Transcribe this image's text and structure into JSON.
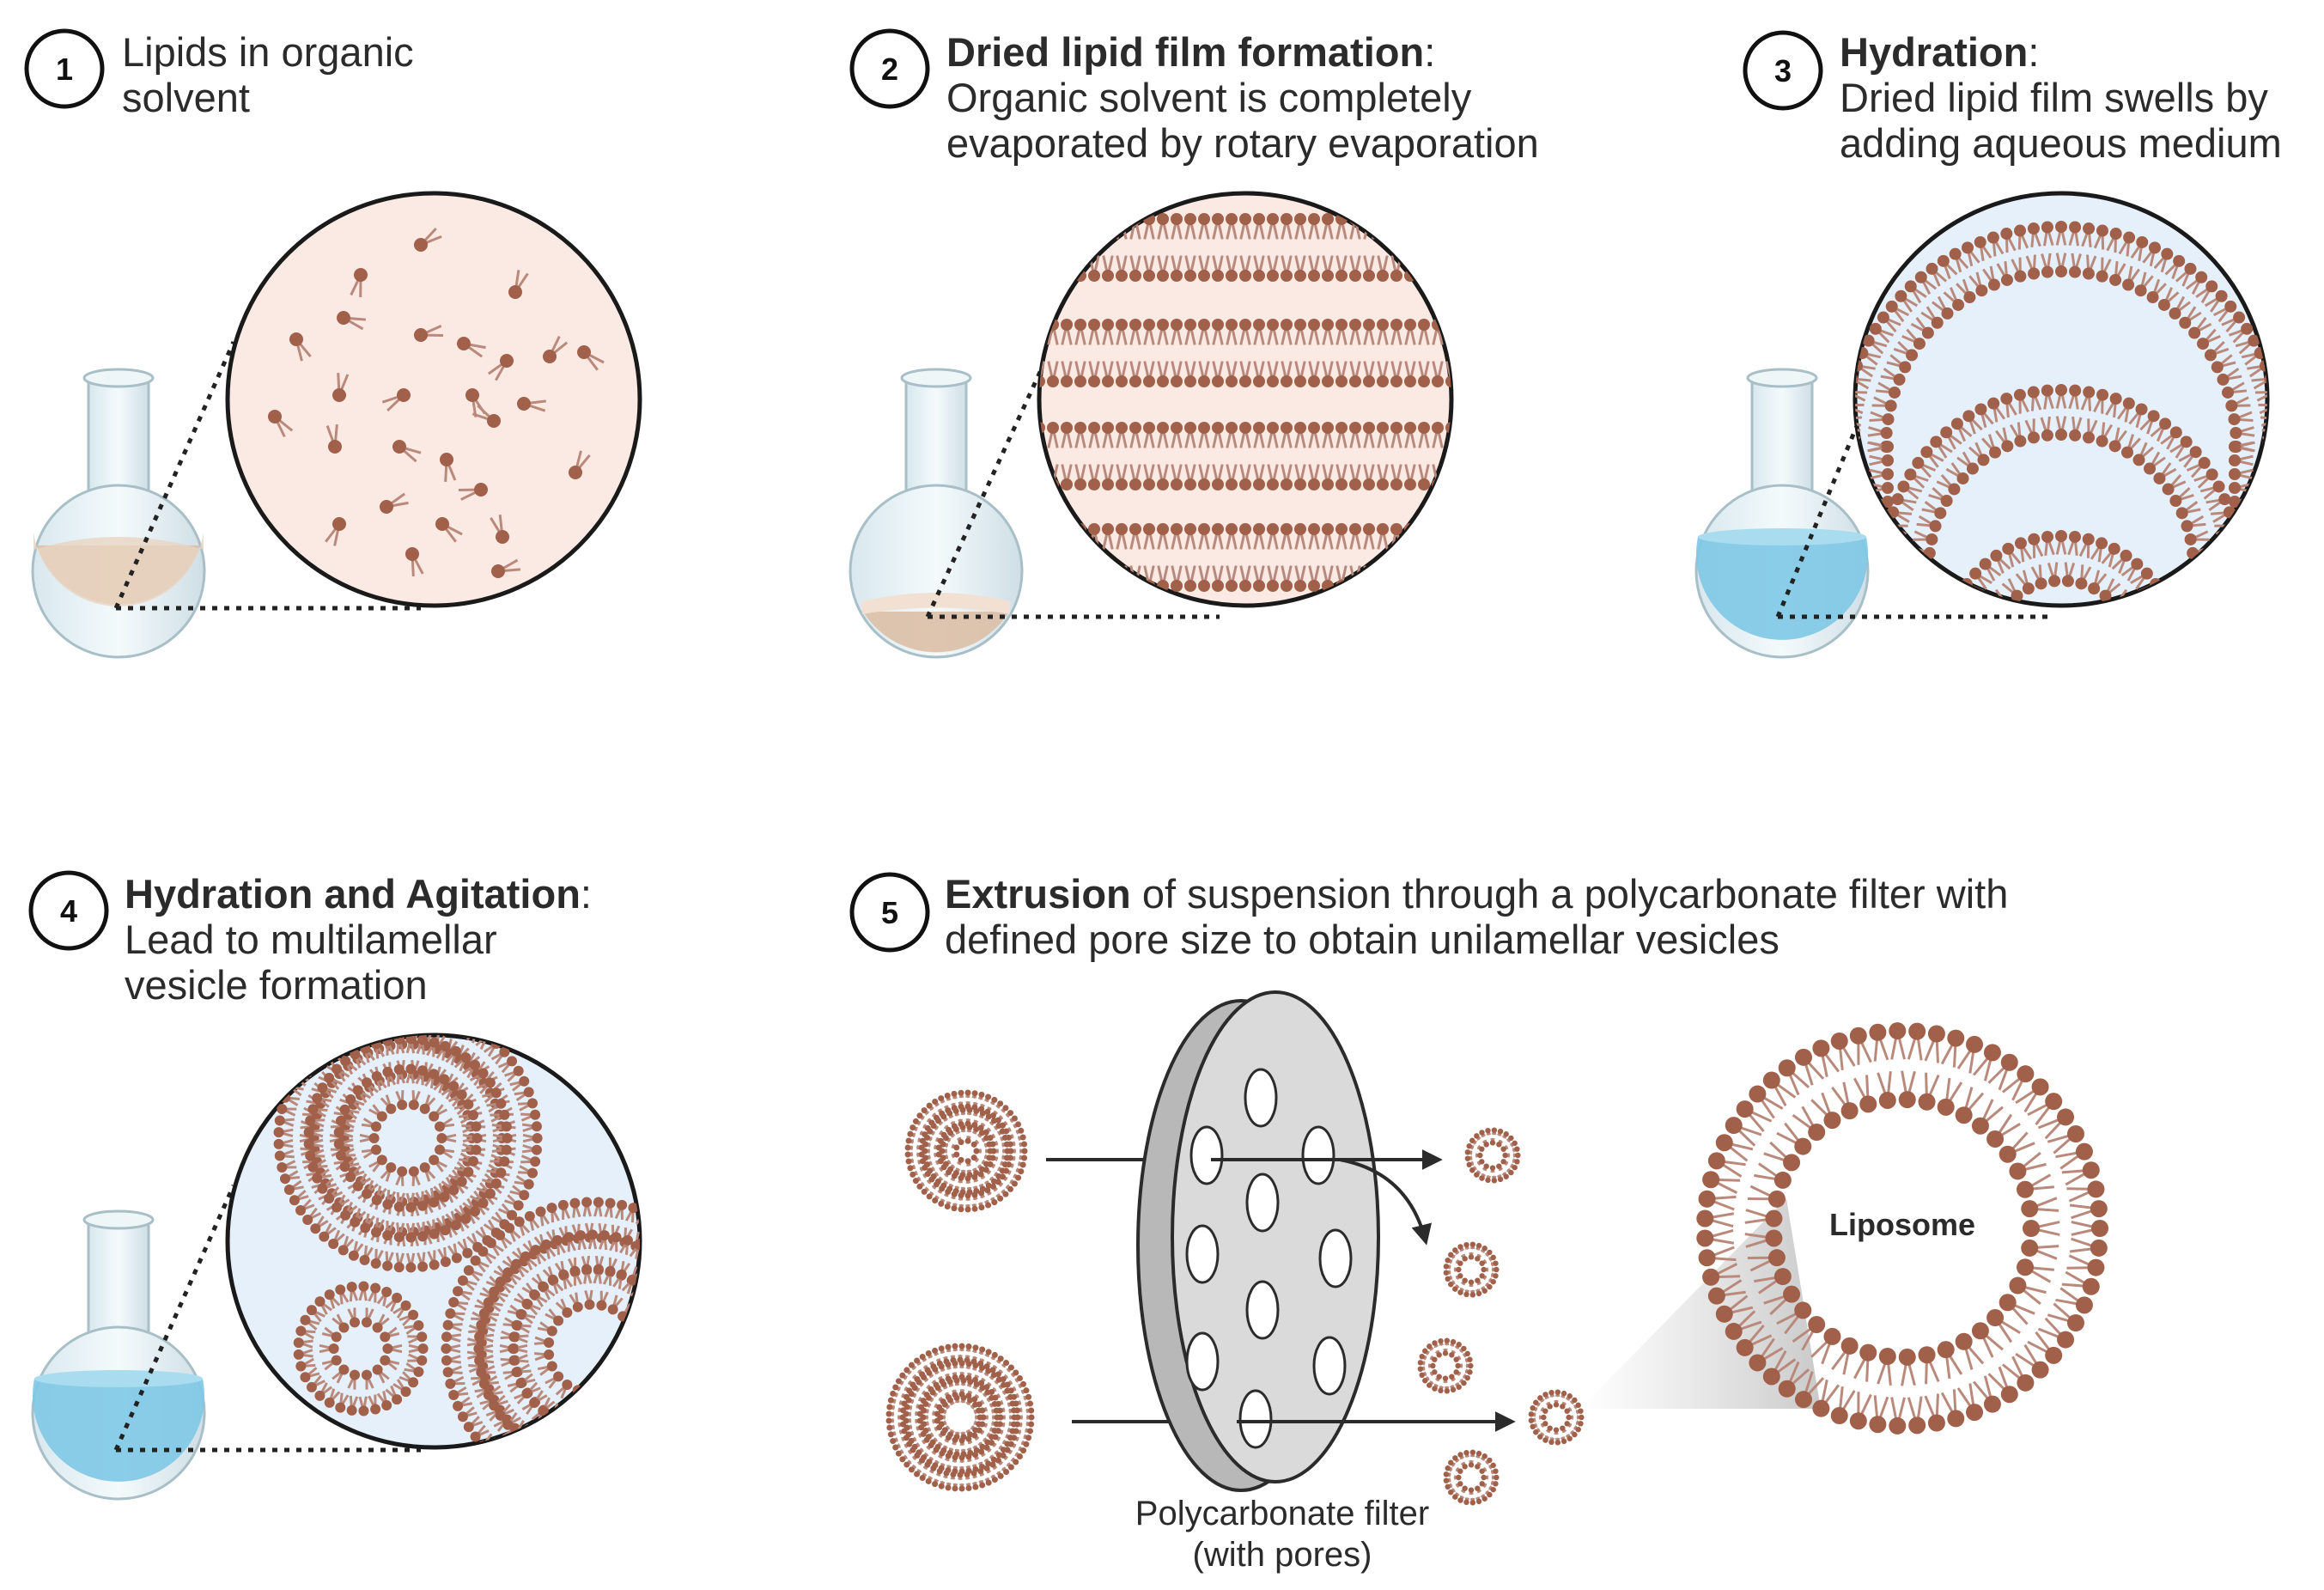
{
  "steps": [
    {
      "number": "1",
      "title": "",
      "title_suffix": "",
      "lines": [
        "Lipids in organic",
        "solvent"
      ]
    },
    {
      "number": "2",
      "title": "Dried lipid film formation",
      "title_suffix": ":",
      "lines": [
        "Organic solvent is completely",
        "evaporated by rotary evaporation"
      ]
    },
    {
      "number": "3",
      "title": "Hydration",
      "title_suffix": ":",
      "lines": [
        "Dried lipid film swells by",
        "adding aqueous medium"
      ]
    },
    {
      "number": "4",
      "title": "Hydration and Agitation",
      "title_suffix": ":",
      "lines": [
        "Lead to multilamellar",
        "vesicle formation"
      ]
    },
    {
      "number": "5",
      "title": "Extrusion",
      "title_suffix": " of suspension through a polycarbonate filter with",
      "lines": [
        "defined pore size to obtain unilamellar vesicles"
      ]
    }
  ],
  "filter_label": [
    "Polycarbonate filter",
    "(with pores)"
  ],
  "liposome_label": "Liposome",
  "colors": {
    "lipid_head": "#a0604a",
    "lipid_tail": "#b98a7c",
    "solvent_bg": "#fbeae4",
    "aqueous_bg": "#e6f0fb",
    "flask_water": "#7ec8e6",
    "flask_solvent": "#dcbfa6",
    "filter": "#d9d9d9"
  }
}
